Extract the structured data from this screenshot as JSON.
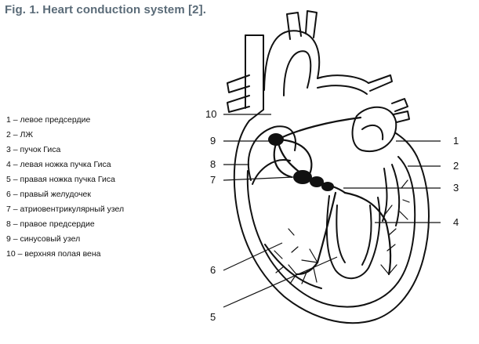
{
  "figure": {
    "title": "Fig. 1. Heart conduction system [2]."
  },
  "legend": {
    "items": [
      "1 – левое предсердие",
      "2 – ЛЖ",
      "3 – пучок Гиса",
      "4 – левая ножка пучка Гиса",
      "5 – правая ножка пучка Гиса",
      "6 – правый желудочек",
      "7 – атриовентрикулярный узел",
      "8 – правое предсердие",
      "9 – синусовый узел",
      "10 – верхняя полая вена"
    ]
  },
  "callouts": {
    "n1": "1",
    "n2": "2",
    "n3": "3",
    "n4": "4",
    "n5": "5",
    "n6": "6",
    "n7": "7",
    "n8": "8",
    "n9": "9",
    "n10": "10"
  }
}
